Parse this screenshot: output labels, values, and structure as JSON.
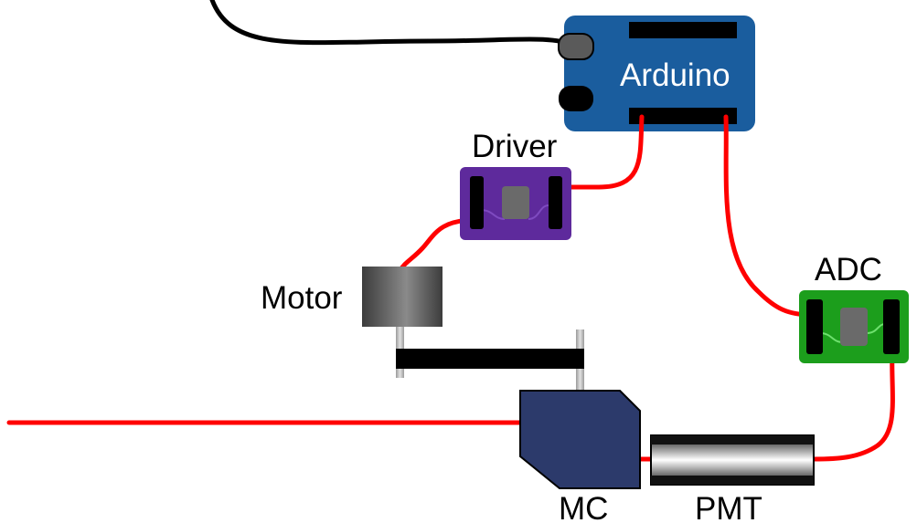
{
  "labels": {
    "arduino": "Arduino",
    "driver": "Driver",
    "motor": "Motor",
    "adc": "ADC",
    "mc": "MC",
    "pmt": "PMT"
  },
  "colors": {
    "wire_red": "#ff0000",
    "wire_black": "#000000",
    "arduino_board": "#1a5d9e",
    "driver_board": "#5e2a9c",
    "adc_board": "#1c9e1c",
    "mc_body": "#2c3a6b",
    "chip": "#6a6a6a"
  }
}
